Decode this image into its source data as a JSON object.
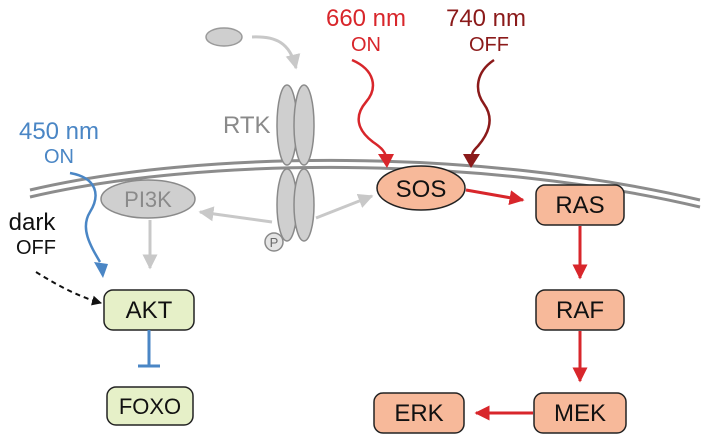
{
  "lights": {
    "red_on": {
      "wavelength": "660 nm",
      "state": "ON"
    },
    "red_off": {
      "wavelength": "740 nm",
      "state": "OFF"
    },
    "blue_on": {
      "wavelength": "450 nm",
      "state": "ON"
    },
    "dark": {
      "label": "dark",
      "state": "OFF"
    }
  },
  "nodes": {
    "rtk": "RTK",
    "phospho": "P",
    "pi3k": "PI3K",
    "akt": "AKT",
    "foxo": "FOXO",
    "sos": "SOS",
    "ras": "RAS",
    "raf": "RAF",
    "mek": "MEK",
    "erk": "ERK"
  },
  "colors": {
    "red_light": "#d8262b",
    "far_red_light": "#8b1a1a",
    "blue_light": "#4a86c5",
    "gray": "#c8c8c8",
    "gray_stroke": "#8a8a8a",
    "salmon_node": "#f7b99a",
    "green_node": "#e6f0c8",
    "membrane": "#8c8c8c"
  }
}
